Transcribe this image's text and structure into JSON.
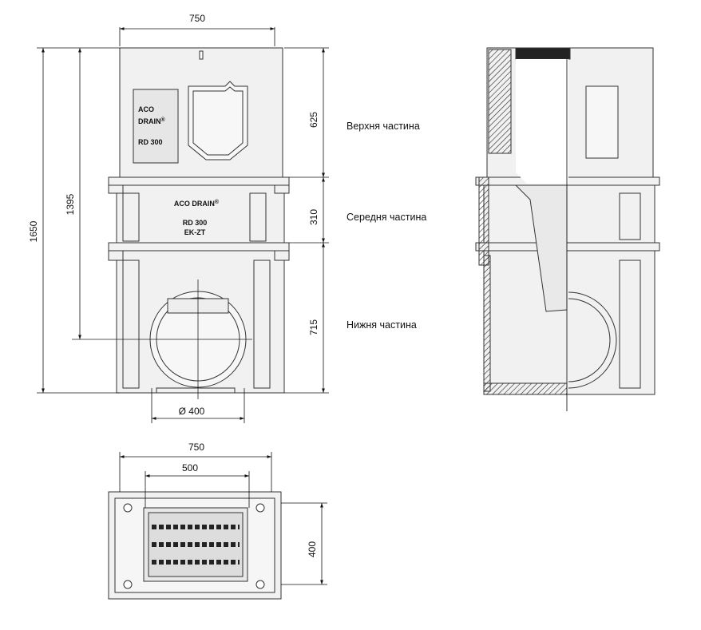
{
  "front_view": {
    "dim_width": "750",
    "dim_total_height": "1650",
    "dim_height_to_pipe": "1395",
    "dim_top": "625",
    "dim_middle": "310",
    "dim_bottom": "715",
    "dim_outlet": "Ø 400",
    "top_brand_line1": "ACO",
    "top_brand_line2": "DRAIN",
    "top_brand_mark": "®",
    "top_model": "RD 300",
    "mid_brand": "ACO DRAIN",
    "mid_brand_mark": "®",
    "mid_model_line1": "RD 300",
    "mid_model_line2": "EK-ZT"
  },
  "part_labels": {
    "top": "Верхня частина",
    "middle": "Середня частина",
    "bottom": "Нижня частина"
  },
  "plan_view": {
    "dim_outer_width": "750",
    "dim_grate_width": "500",
    "dim_depth": "400"
  }
}
